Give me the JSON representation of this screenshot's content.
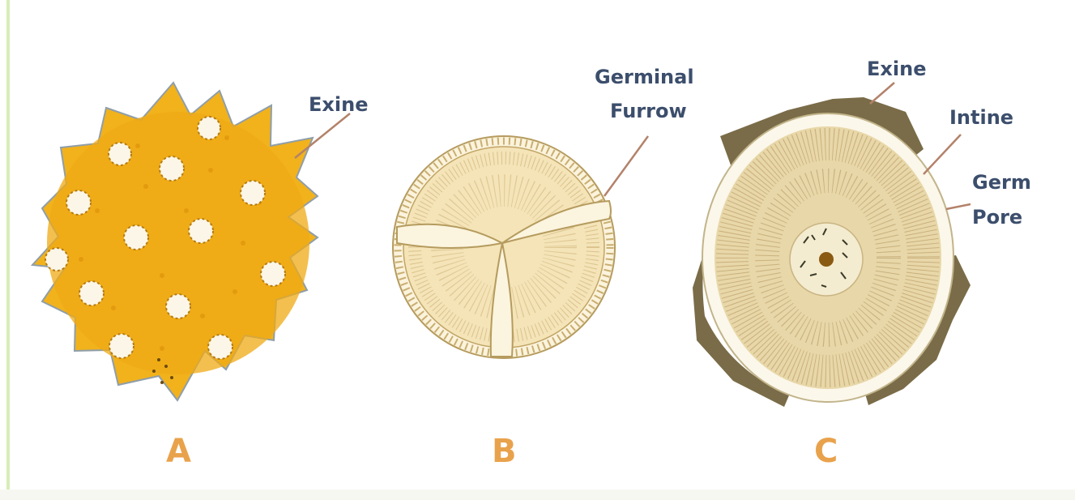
{
  "diagram": {
    "a": {
      "letter": "A",
      "exine_label": "Exine",
      "colors": {
        "body": "#f1b21c",
        "pores": "#fbf6e8",
        "outline": "#8f9eaa",
        "letter": "#e9a24c"
      }
    },
    "b": {
      "letter": "B",
      "furrow_label_line1": "Germinal",
      "furrow_label_line2": "Furrow",
      "colors": {
        "body": "#f7e9c4",
        "outline": "#b59b5e",
        "letter": "#e9a24c"
      }
    },
    "c": {
      "letter": "C",
      "exine_label": "Exine",
      "intine_label": "Intine",
      "pore_label_line1": "Germ",
      "pore_label_line2": "Pore",
      "colors": {
        "exine": "#7a6c48",
        "intine": "#fbf7ea",
        "cytoplasm": "#e8d7a8",
        "letter": "#e9a24c"
      }
    },
    "label_color": "#3c4e6c"
  }
}
